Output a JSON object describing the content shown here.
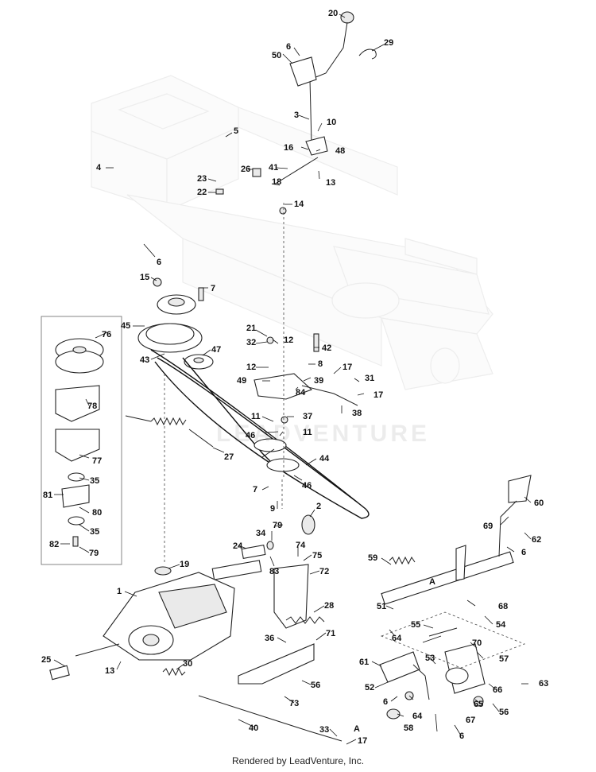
{
  "watermark": "LEADVENTURE",
  "footer": "Rendered by LeadVenture, Inc.",
  "callouts": {
    "c1": "1",
    "c2": "2",
    "c3": "3",
    "c4": "4",
    "c5": "5",
    "c6": "6",
    "c7": "7",
    "c8": "8",
    "c9": "9",
    "c10": "10",
    "c11": "11",
    "c12": "12",
    "c13": "13",
    "c14": "14",
    "c15": "15",
    "c16": "16",
    "c17": "17",
    "c18": "18",
    "c19": "19",
    "c20": "20",
    "c21": "21",
    "c22": "22",
    "c23": "23",
    "c24": "24",
    "c25": "25",
    "c26": "26",
    "c27": "27",
    "c28": "28",
    "c29": "29",
    "c30": "30",
    "c31": "31",
    "c32": "32",
    "c33": "33",
    "c34": "34",
    "c35": "35",
    "c36": "36",
    "c37": "37",
    "c38": "38",
    "c39": "39",
    "c40": "40",
    "c41": "41",
    "c42": "42",
    "c43": "43",
    "c44": "44",
    "c45": "45",
    "c46": "46",
    "c47": "47",
    "c48": "48",
    "c49": "49",
    "c50": "50",
    "c51": "51",
    "c52": "52",
    "c53": "53",
    "c54": "54",
    "c55": "55",
    "c56": "56",
    "c57": "57",
    "c58": "58",
    "c59": "59",
    "c60": "60",
    "c61": "61",
    "c62": "62",
    "c63": "63",
    "c64": "64",
    "c65": "65",
    "c66": "66",
    "c67": "67",
    "c68": "68",
    "c69": "69",
    "c70": "70",
    "c71": "71",
    "c72": "72",
    "c73": "73",
    "c74": "74",
    "c75": "75",
    "c76": "76",
    "c77": "77",
    "c78": "78",
    "c79": "79",
    "c80": "80",
    "c81": "81",
    "c82": "82",
    "c83": "83",
    "c84": "84",
    "refA": "A"
  }
}
